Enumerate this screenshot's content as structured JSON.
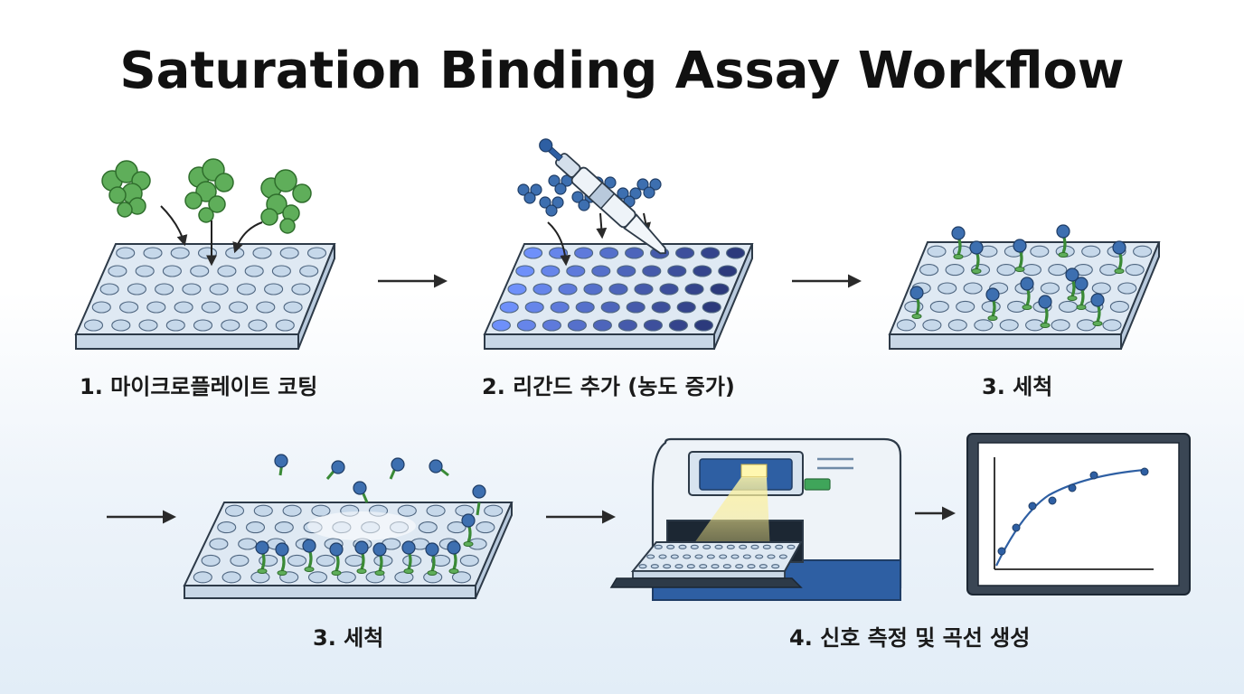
{
  "title": "Saturation Binding Assay Workflow",
  "steps": [
    {
      "label": "1. 마이크로플레이트 코팅"
    },
    {
      "label": "2. 리간드 추가 (농도 증가)"
    },
    {
      "label": "3. 세척"
    },
    {
      "label": "3. 세척"
    },
    {
      "label": "4. 신호 측정 및 곡선 생성"
    }
  ],
  "colors": {
    "plate": "#dfe9f3",
    "plate_edge": "#2d3a48",
    "well": "#c6d8ea",
    "receptor": "#5fae5a",
    "ligand": "#3d6fb0",
    "reader_blue": "#2e5fa3",
    "beam": "#f4e27a"
  }
}
